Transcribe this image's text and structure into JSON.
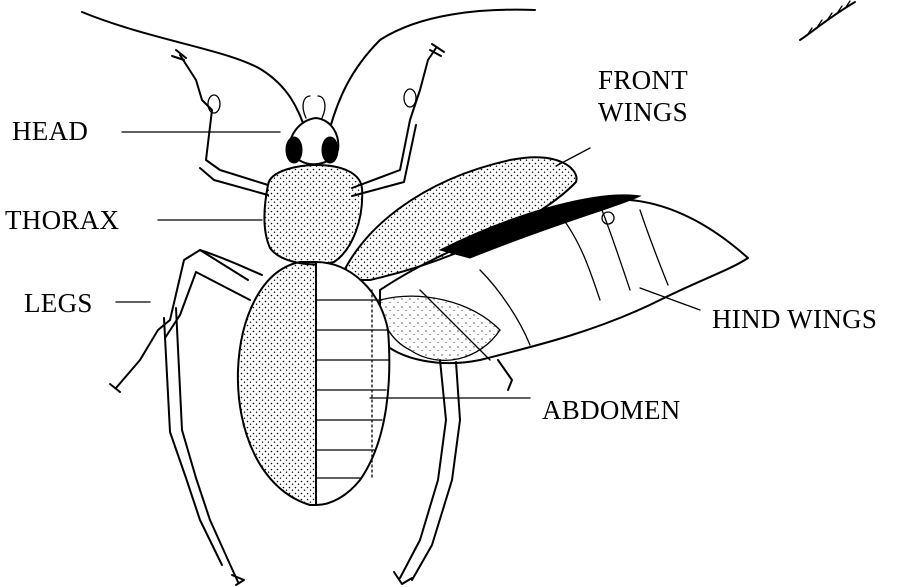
{
  "labels": {
    "head": "HEAD",
    "thorax": "THORAX",
    "legs": "LEGS",
    "front_wings_line1": "FRONT",
    "front_wings_line2": "WINGS",
    "hind_wings": "HIND WINGS",
    "abdomen": "ABDOMEN"
  }
}
